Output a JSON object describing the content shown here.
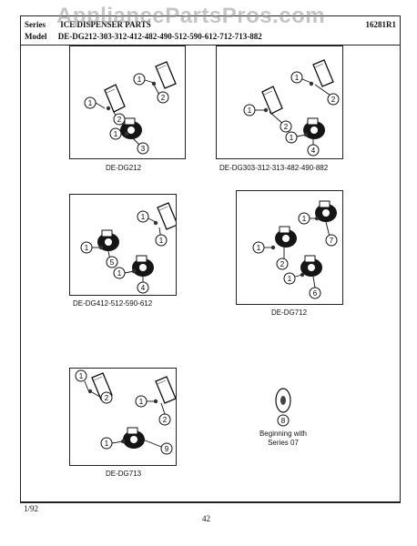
{
  "header": {
    "series_label": "Series",
    "title": "ICE DISPENSER PARTS",
    "part_no": "16281R1",
    "model_label": "Model",
    "model_list": "DE-DG212-303-312-412-482-490-512-590-612-712-713-882"
  },
  "watermark": "AppliancePartsPros.com",
  "panels": [
    {
      "caption": "DE-DG212",
      "callouts": [
        "1",
        "2",
        "1",
        "2",
        "1",
        "3"
      ]
    },
    {
      "caption": "DE-DG303-312-313-482-490-882",
      "callouts": [
        "1",
        "2",
        "1",
        "2",
        "1",
        "4"
      ]
    },
    {
      "caption": "DE-DG412-512-590-612",
      "callouts": [
        "1",
        "1",
        "1",
        "5",
        "1",
        "4"
      ]
    },
    {
      "caption": "DE-DG712",
      "callouts": [
        "1",
        "7",
        "1",
        "2",
        "1",
        "6"
      ]
    },
    {
      "caption": "DE-DG713",
      "callouts": [
        "1",
        "2",
        "1",
        "2",
        "1",
        "9"
      ]
    }
  ],
  "note": {
    "callout": "8",
    "line1": "Beginning with",
    "line2": "Series 07"
  },
  "footer": {
    "date": "1/92",
    "page": "42"
  }
}
